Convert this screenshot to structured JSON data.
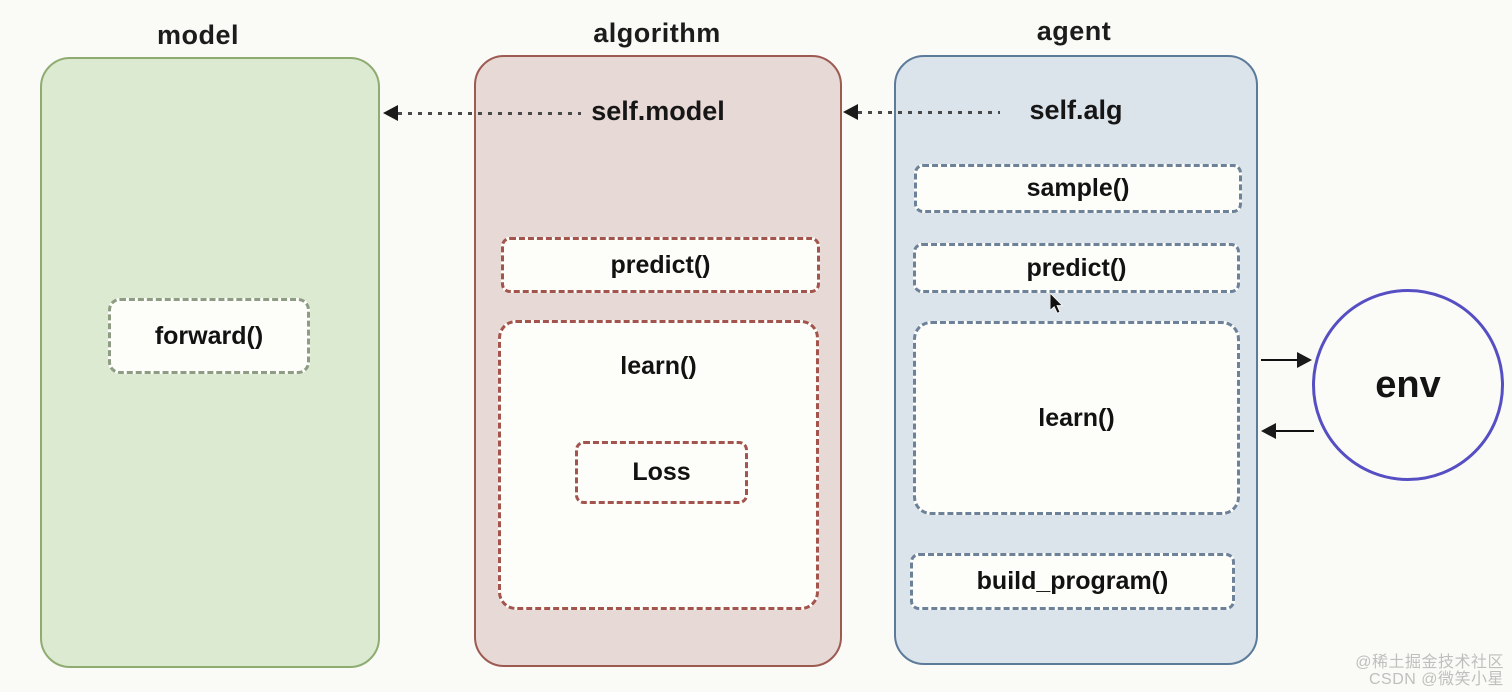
{
  "canvas": {
    "background": "#fafaf7"
  },
  "model": {
    "title": "model",
    "fill": "#dcead2",
    "border_color": "#8fac70",
    "forward_label": "forward()"
  },
  "algorithm": {
    "title": "algorithm",
    "fill": "#e7d9d5",
    "border_color": "#9d5a51",
    "dash_color": "#a3544c",
    "self_model_label": "self.model",
    "predict_label": "predict()",
    "learn_label": "learn()",
    "loss_label": "Loss"
  },
  "agent": {
    "title": "agent",
    "fill": "#dbe3eb",
    "border_color": "#5c7a99",
    "dash_color": "#6d8299",
    "self_alg_label": "self.alg",
    "sample_label": "sample()",
    "predict_label": "predict()",
    "learn_label": "learn()",
    "build_program_label": "build_program()"
  },
  "env": {
    "label": "env",
    "border_color": "#564fc3"
  },
  "watermark": {
    "line1": "@稀土掘金技术社区",
    "line2": "CSDN @微笑小星"
  }
}
